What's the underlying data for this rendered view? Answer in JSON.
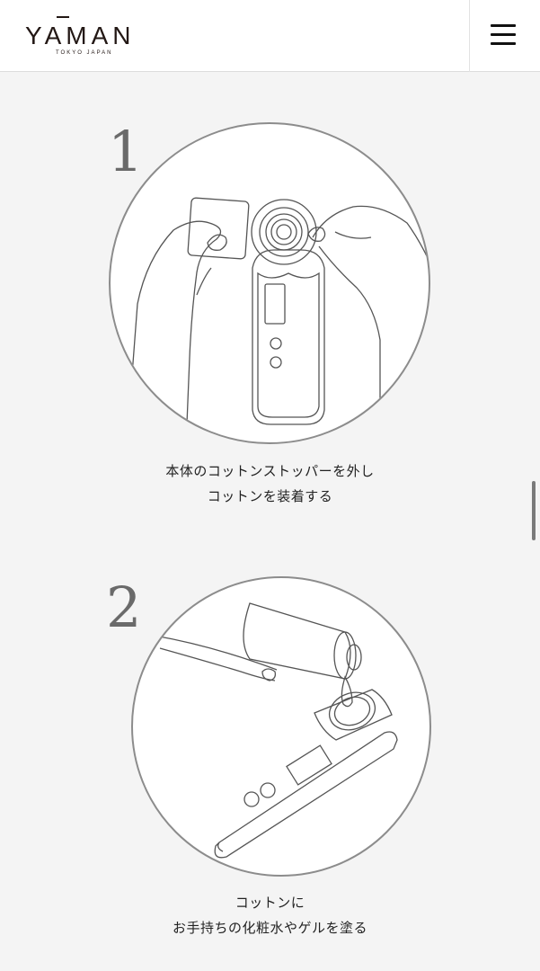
{
  "header": {
    "logo": {
      "main": "YAMAN",
      "sub": "TOKYO  JAPAN"
    },
    "menu_icon": "hamburger-menu-icon"
  },
  "steps": [
    {
      "number": "1",
      "illustration": "hands-attaching-cotton-to-device",
      "caption_lines": [
        "本体のコットンストッパーを外し",
        "コットンを装着する"
      ]
    },
    {
      "number": "2",
      "illustration": "pouring-lotion-onto-cotton",
      "caption_lines": [
        "コットンに",
        "お手持ちの化粧水やゲルを塗る"
      ]
    }
  ],
  "colors": {
    "background": "#f4f4f4",
    "header_bg": "#ffffff",
    "logo": "#231815",
    "step_number": "#6a6a6a",
    "circle_border": "#8c8c8c",
    "line_art": "#555555"
  }
}
